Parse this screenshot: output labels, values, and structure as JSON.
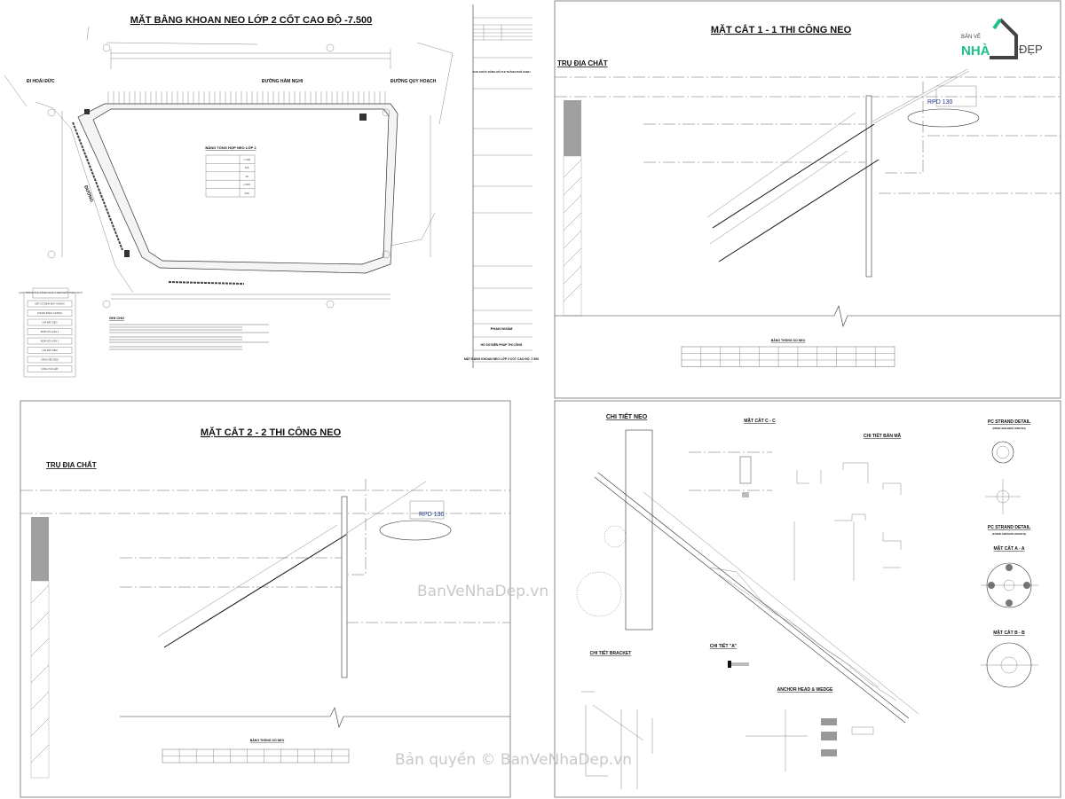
{
  "plan": {
    "title": "MẶT BẰNG KHOAN NEO LỚP 2 CỐT CAO ĐỘ -7.500",
    "roads": {
      "left": "ĐI HOÀI ĐỨC",
      "top": "ĐƯỜNG HÀM NGHI",
      "right": "ĐƯỜNG QUY HOẠCH",
      "diag": "ĐƯỜNG"
    },
    "summary_table": {
      "title": "BẢNG TỔNG HỢP NEO LỚP 2",
      "values": [
        "-7.500",
        "118",
        "18",
        "2.000",
        "268"
      ]
    },
    "flowchart": {
      "title": "QUY TRÌNH THI CÔNG CHO 1 NEO ĐẤT TẠM THỜI",
      "steps": [
        "ĐẶT CỐ ĐỊNH MÁY KHOAN",
        "KHOAN BẰNG CASING",
        "LẮP ĐẶT NEO",
        "BƠM VỮA LẦN 1",
        "BƠM VỮA LẦN 2",
        "LẮP ĐẶT DẦM",
        "CĂNG KÉO NEO",
        "CÔNG TÁC ĐẤT"
      ]
    },
    "notes_title": "GHI CHÚ"
  },
  "title_block": {
    "project": "KHU CHỨC NĂNG ĐÔ THỊ THÀNH PHỐ XANH",
    "company": "PHAN NGÂM",
    "doc_type": "HỒ SƠ BIỆN PHÁP THI CÔNG",
    "drawing_title": "MẶT BẰNG KHOAN NEO LỚP 2 CỐT CAO ĐỘ -7.500"
  },
  "section11": {
    "title": "MẶT CẮT 1 - 1 THI CÔNG NEO",
    "geo": "TRỤ ĐỊA CHẤT",
    "rig": "RPD 130",
    "table_title": "BẢNG THÔNG SỐ NEO"
  },
  "section22": {
    "title": "MẶT CẮT 2 - 2 THI CÔNG NEO",
    "geo": "TRỤ ĐỊA CHẤT",
    "rig": "RPD 130",
    "table_title": "BẢNG THÔNG SỐ NEO"
  },
  "details": {
    "anchor": "CHI TIẾT NEO",
    "section_cc": "MẶT CẮT C - C",
    "plate": "CHI TIẾT BẢN MÃ",
    "strand_free": "PC STRAND DETAIL",
    "strand_free_sub": "(FREE ANCHOR LENGTH)",
    "strand_fixed": "PC STRAND DETAIL",
    "strand_fixed_sub": "(FIXED ANCHOR LENGTH)",
    "section_aa": "MẶT CẮT A - A",
    "section_bb": "MẶT CẮT B - B",
    "bracket": "CHI TIẾT BRACKET",
    "detail_a": "CHI TIẾT \"A\"",
    "head": "ANCHOR HEAD & WEDGE"
  },
  "logo": {
    "line1": "BẢN VẼ",
    "line2": "NHÀ",
    "line3": "ĐẸP",
    "accent": "#1fc08a"
  },
  "watermarks": {
    "mid": "BanVeNhaDep.vn",
    "bottom": "Bản quyền © BanVeNhaDep.vn"
  }
}
